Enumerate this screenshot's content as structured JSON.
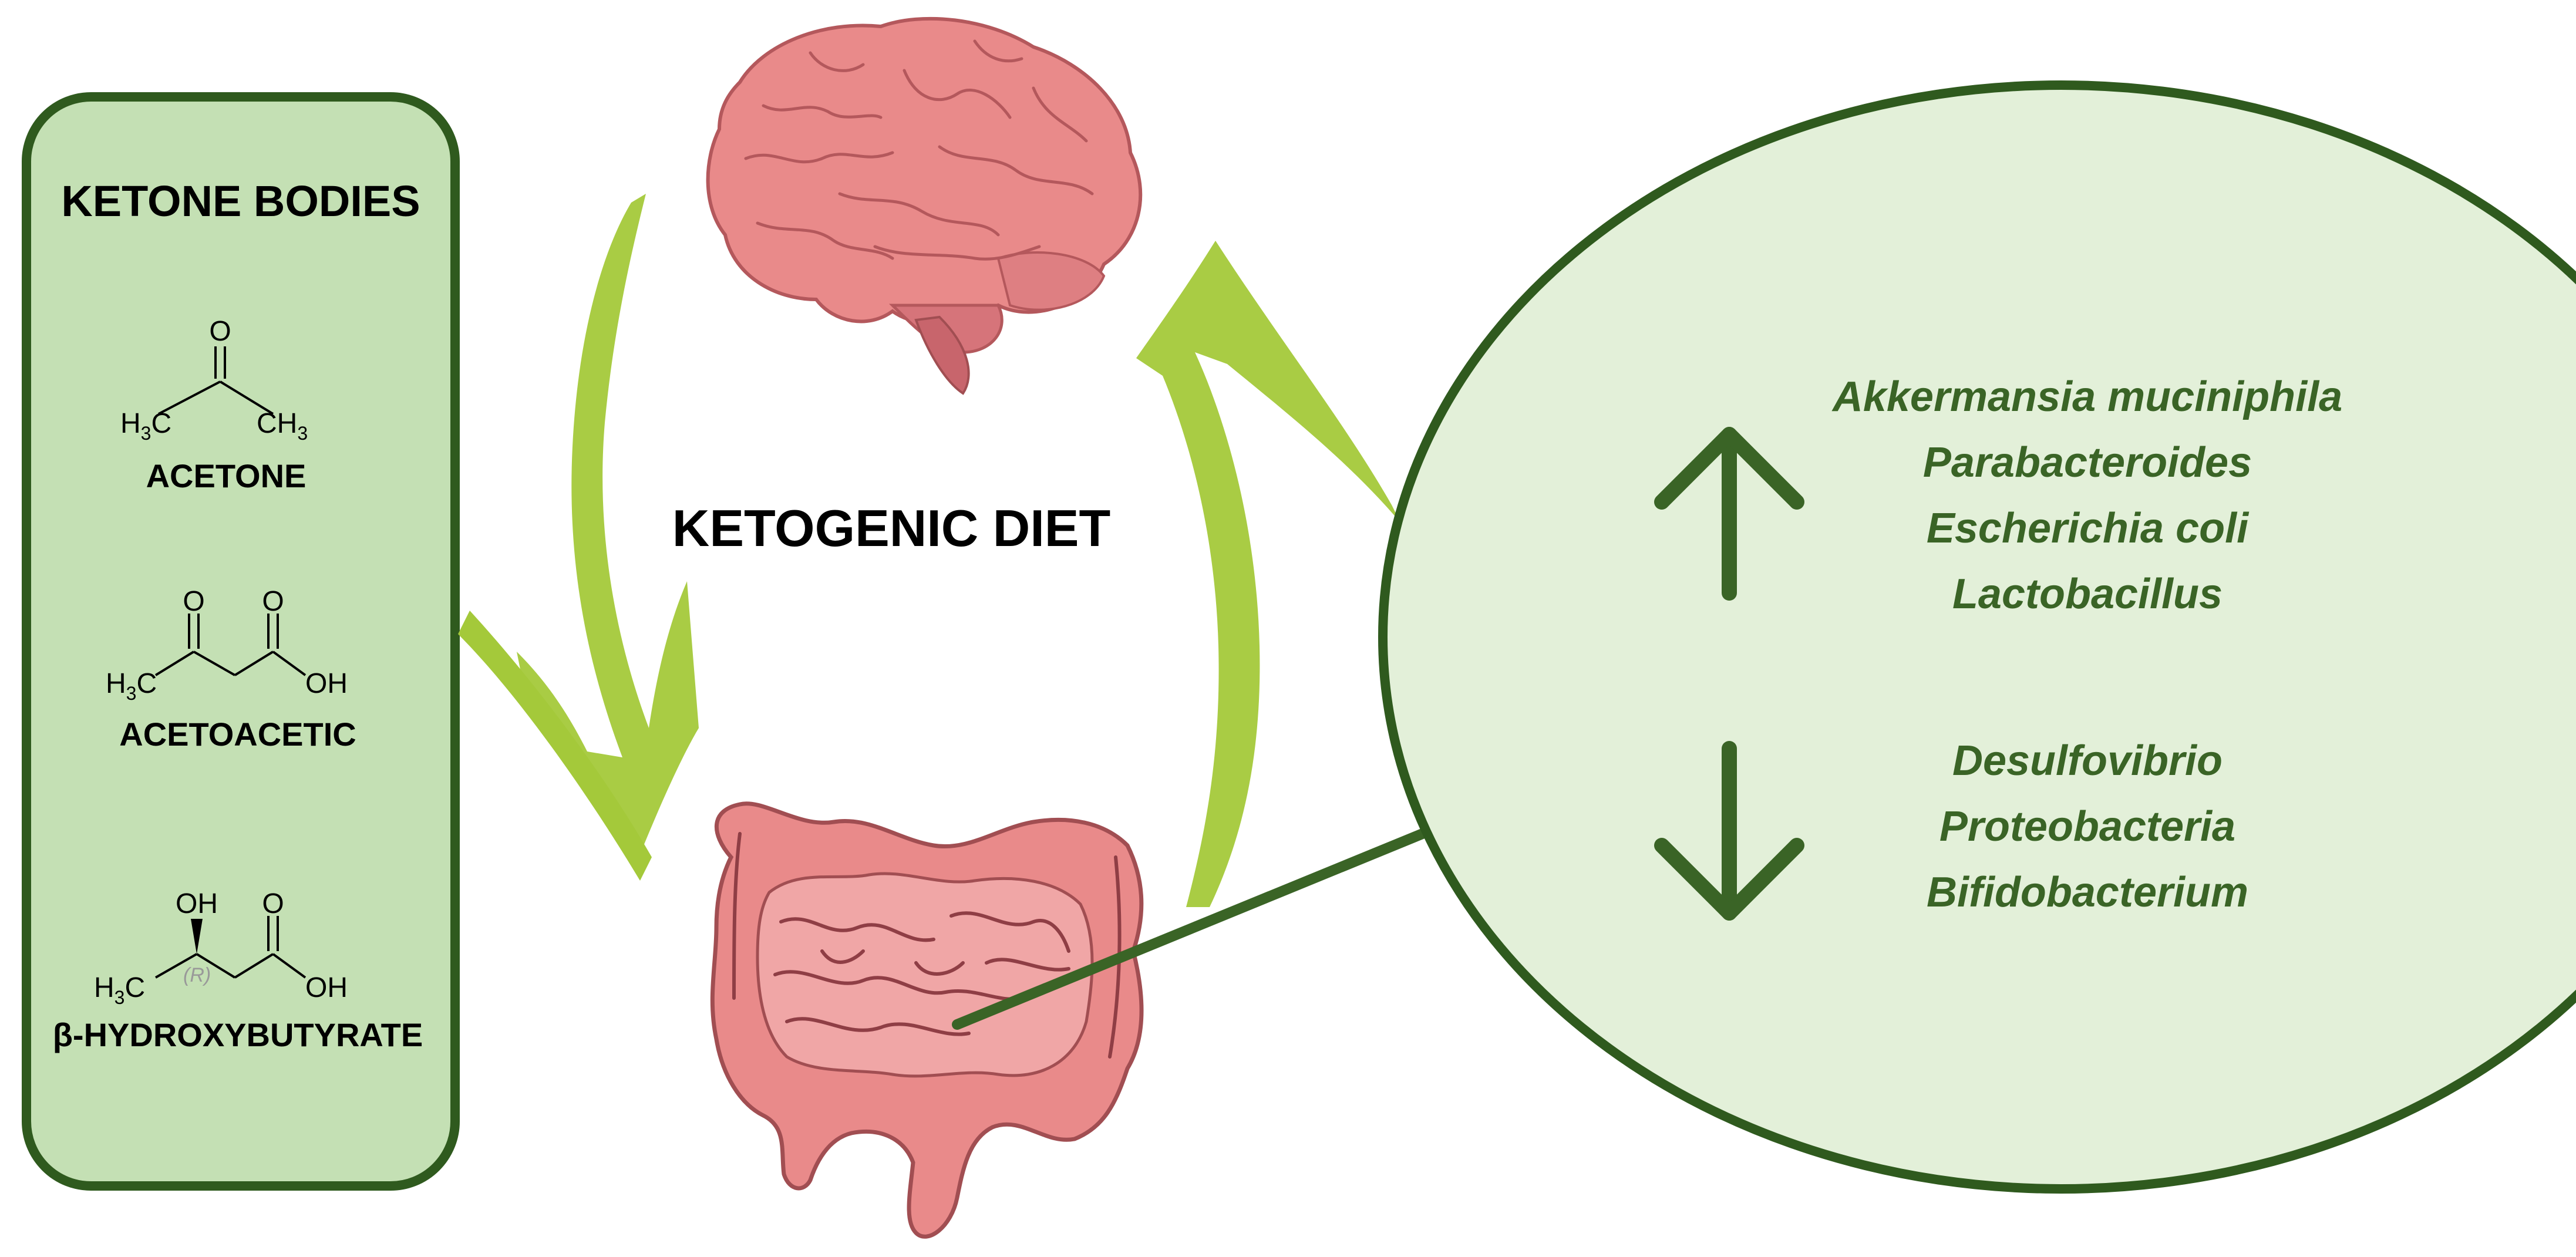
{
  "colors": {
    "panel_fill": "#c4e0b4",
    "panel_stroke": "#2f5a1e",
    "circle_fill": "#e3f0d9",
    "dark_green": "#3a6426",
    "lime_arrow": "#a4c93a",
    "organ_pink": "#e98a8a",
    "organ_dark": "#b4585c"
  },
  "ketone_panel": {
    "title": "KETONE BODIES",
    "acetone": {
      "name": "ACETONE",
      "o": "O",
      "left": "H",
      "left_sub": "3",
      "left_tail": "C",
      "right": "CH",
      "right_sub": "3"
    },
    "acetoacetic": {
      "name": "ACETOACETIC",
      "o1": "O",
      "o2": "O",
      "left": "H",
      "left_sub": "3",
      "left_tail": "C",
      "oh": "OH"
    },
    "bhb": {
      "name": "β-HYDROXYBUTYRATE",
      "oh_top": "OH",
      "o": "O",
      "left": "H",
      "left_sub": "3",
      "left_tail": "C",
      "stereo": "(R)",
      "oh": "OH"
    }
  },
  "center_label": "KETOGENIC DIET",
  "microbiota": {
    "increased": [
      "Akkermansia muciniphila",
      "Parabacteroides",
      "Escherichia coli",
      "Lactobacillus"
    ],
    "decreased": [
      "Desulfovibrio",
      "Proteobacteria",
      "Bifidobacterium"
    ]
  },
  "icons": {
    "brain": "brain-icon",
    "intestine": "intestine-icon",
    "up": "arrow-up-icon",
    "down": "arrow-down-icon"
  }
}
